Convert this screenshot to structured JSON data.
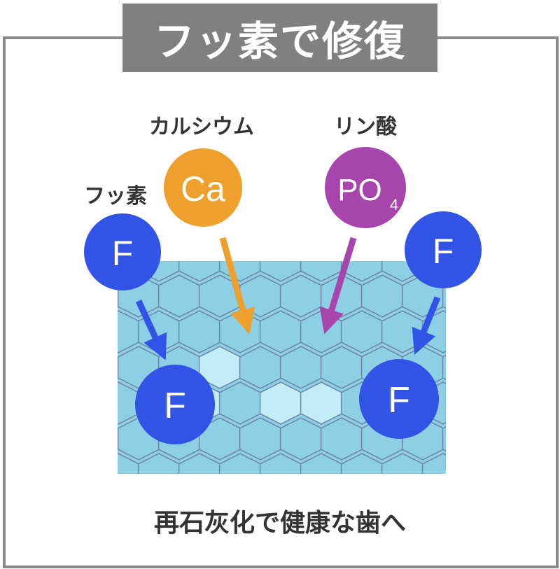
{
  "title": "フッ素で修復",
  "labels": {
    "calcium": "カルシウム",
    "phosphate": "リン酸",
    "fluoride": "フッ素"
  },
  "ions": {
    "calcium": "Ca",
    "phosphate_main": "PO",
    "phosphate_sub": "4",
    "fluoride": "F"
  },
  "caption": "再石灰化で健康な歯へ",
  "colors": {
    "title_bg": "#808080",
    "calcium": "#ee9f2c",
    "phosphate": "#a845ac",
    "fluoride": "#3153e6",
    "enamel": "#8dd0e6",
    "enamel_light": "#c2ecf7",
    "hex_line": "#6b86a8"
  }
}
